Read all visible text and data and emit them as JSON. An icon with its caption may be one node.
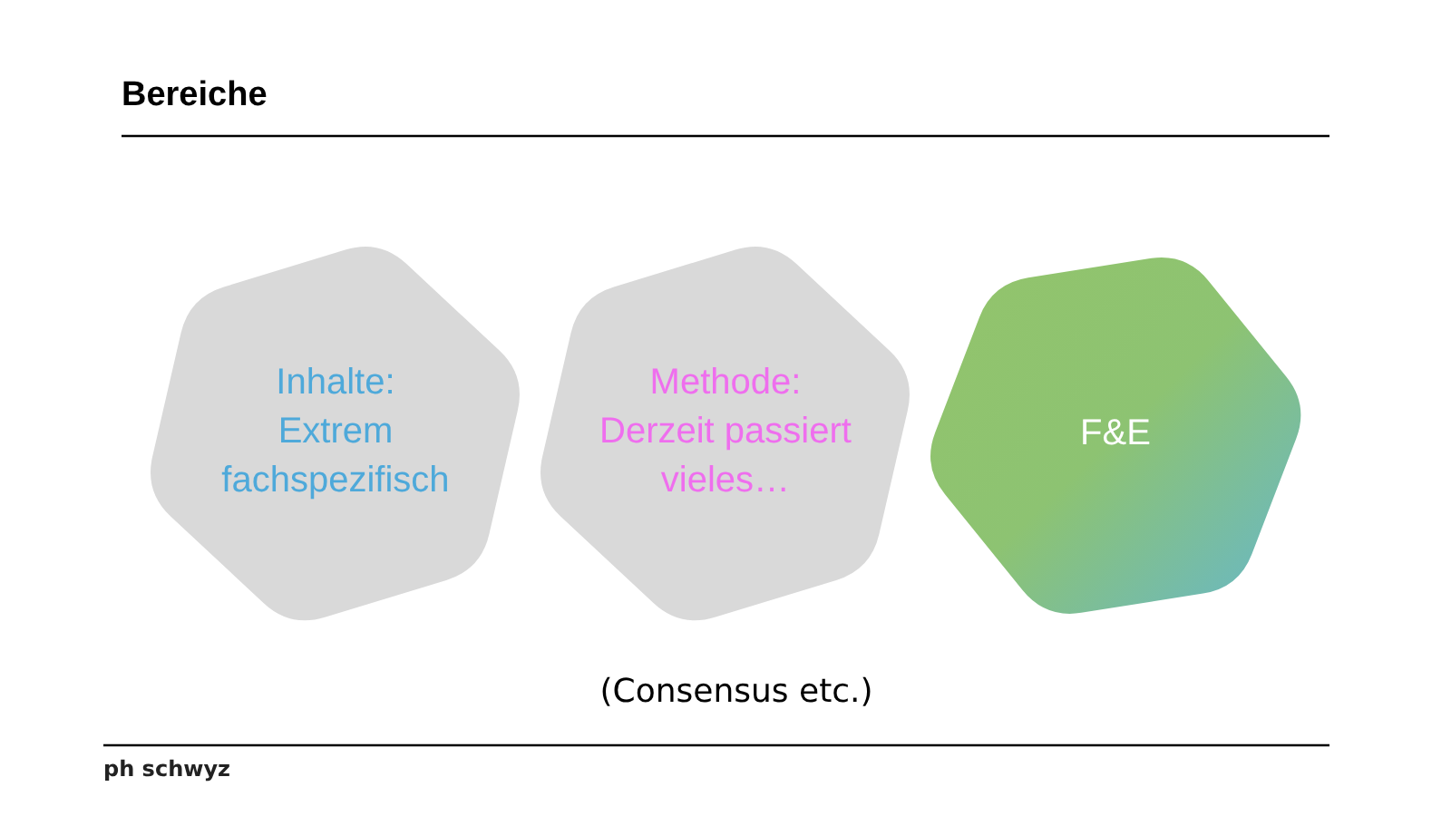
{
  "diagram": {
    "title": "Bereiche",
    "nodes": [
      {
        "text": [
          "Inhalte:",
          "Extrem fachspezifisch"
        ]
      },
      {
        "text": [
          "Methode:",
          "Derzeit passiert vieles…"
        ]
      },
      {
        "text": [
          "F&E"
        ]
      }
    ],
    "labels": [
      "(Consensus etc.)",
      "ph schwyz"
    ]
  }
}
